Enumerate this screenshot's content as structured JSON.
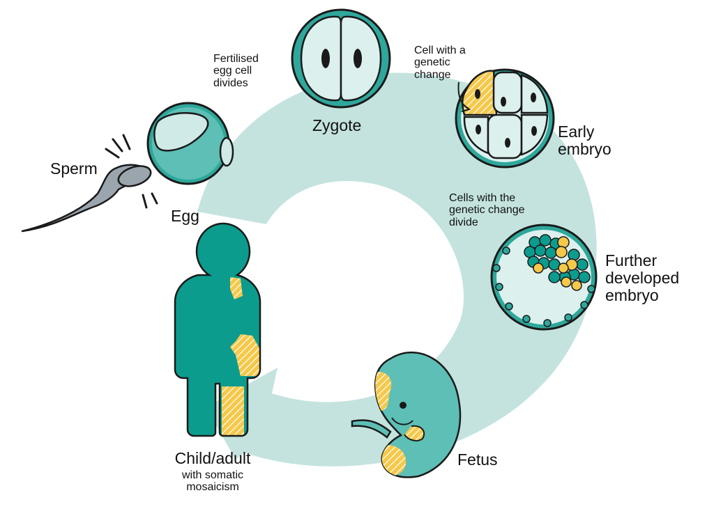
{
  "stages": {
    "sperm": "Sperm",
    "egg": "Egg",
    "zygote": "Zygote",
    "early_embryo": [
      "Early",
      "embryo"
    ],
    "further_embryo": [
      "Further",
      "developed",
      "embryo"
    ],
    "fetus": "Fetus",
    "child_adult": "Child/adult",
    "child_adult_note": [
      "with somatic",
      "mosaicism"
    ]
  },
  "annotations": {
    "fertilised": [
      "Fertilised",
      "egg cell",
      "divides"
    ],
    "cell_change": [
      "Cell with a",
      "genetic",
      "change"
    ],
    "cells_divide": [
      "Cells with the",
      "genetic change",
      "divide"
    ]
  },
  "colors": {
    "cycle": "#c4e3df",
    "teal": "#0b9c8e",
    "teal_light": "#6ccbc2",
    "pale_cell": "#dcf0ee",
    "mutation": "#f5c84a",
    "sperm": "#9aa5ad",
    "outline": "#1a1a1a"
  }
}
